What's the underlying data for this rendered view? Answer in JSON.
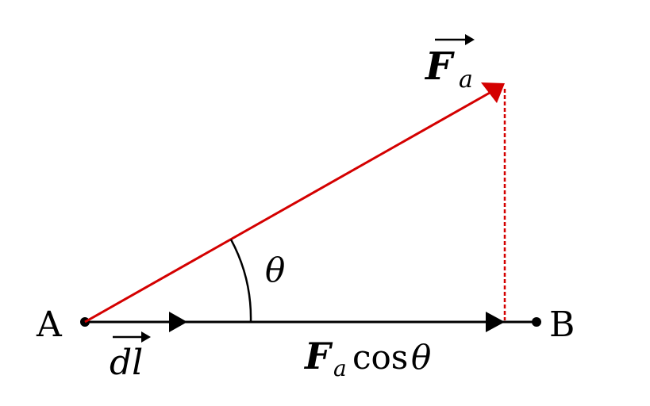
{
  "labels": {
    "point_a": "A",
    "point_b": "B",
    "force_symbol": "F",
    "force_subscript": "a",
    "angle_symbol": "θ",
    "displacement_symbol": "dl",
    "projection_symbol": "F",
    "projection_subscript": "a",
    "projection_function": "cos",
    "projection_angle": "θ"
  },
  "colors": {
    "force_vector": "#d40000",
    "projection_guide": "#d40000",
    "baseline": "#000000"
  }
}
